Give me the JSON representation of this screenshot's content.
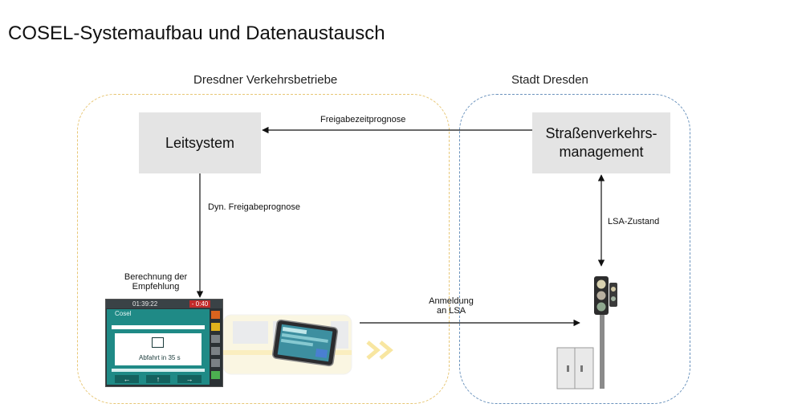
{
  "title": "COSEL-Systemaufbau und Datenaustausch",
  "regions": {
    "dvb": "Dresdner Verkehrsbetriebe",
    "city": "Stadt Dresden"
  },
  "boxes": {
    "leitsystem": "Leitsystem",
    "svm_line1": "Straßenverkehrs-",
    "svm_line2": "management"
  },
  "edges": {
    "freigabezeit": "Freigabezeitprognose",
    "dyn_freigabe": "Dyn. Freigabeprognose",
    "lsa_zustand": "LSA-Zustand",
    "anmeldung_line1": "Anmeldung",
    "anmeldung_line2": "an LSA"
  },
  "notes": {
    "berechnung_line1": "Berechnung der",
    "berechnung_line2": "Empfehlung"
  },
  "device": {
    "app_name": "Cosel",
    "time": "01:39:22",
    "countdown": "- 0:40",
    "departure": "Abfahrt in 35 s"
  },
  "colors": {
    "dvb_border": "#e8c776",
    "city_border": "#6b93bd",
    "box_fill": "#e4e4e4",
    "screen_teal": "#1f8a86"
  }
}
